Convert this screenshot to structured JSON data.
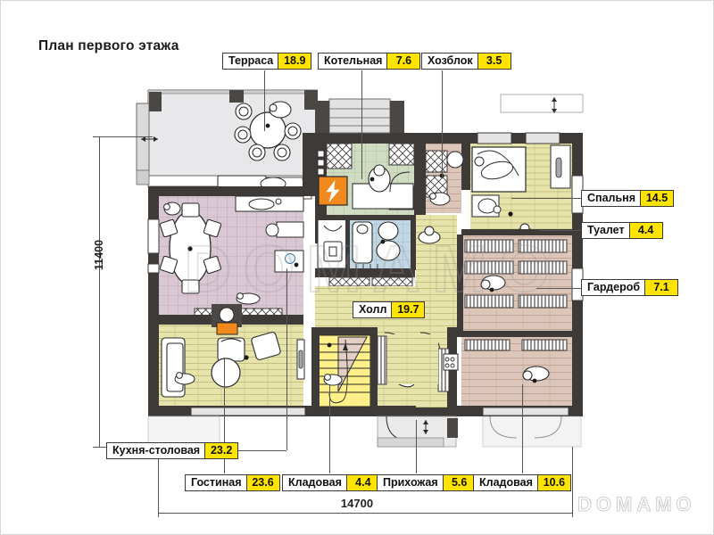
{
  "page": {
    "title": "План первого этажа",
    "watermark": "DOMAMO",
    "watermark_corner": "DOMAMO"
  },
  "dimensions": {
    "vertical": "11400",
    "horizontal": "14700",
    "unit_implied": "mm"
  },
  "colors": {
    "area_badge": "#ffe400",
    "wall_fill": "#3d3a38",
    "terrace_floor": "#e6e6e8",
    "kitchen_floor": "#d8c6d2",
    "boiler_floor": "#cfdcc4",
    "bath_floor": "#bed4e2",
    "parquet_yellow": "#e3e0a8",
    "parquet_pink": "#d9c3b6",
    "stair_fill": "#fff08a",
    "boiler_unit": "#f08a1c",
    "label_border": "#3a3a3a",
    "leader_line": "#555555"
  },
  "rooms": [
    {
      "id": "terrace",
      "name": "Терраса",
      "area": "18.9"
    },
    {
      "id": "boiler",
      "name": "Котельная",
      "area": "7.6"
    },
    {
      "id": "utility",
      "name": "Хозблок",
      "area": "3.5"
    },
    {
      "id": "bedroom",
      "name": "Спальня",
      "area": "14.5"
    },
    {
      "id": "toilet",
      "name": "Туалет",
      "area": "4.4"
    },
    {
      "id": "wardrobe",
      "name": "Гардероб",
      "area": "7.1"
    },
    {
      "id": "hall",
      "name": "Холл",
      "area": "19.7"
    },
    {
      "id": "kitchen",
      "name": "Кухня-столовая",
      "area": "23.2"
    },
    {
      "id": "living",
      "name": "Гостиная",
      "area": "23.6"
    },
    {
      "id": "pantry1",
      "name": "Кладовая",
      "area": "4.4"
    },
    {
      "id": "entry",
      "name": "Прихожая",
      "area": "5.6"
    },
    {
      "id": "pantry2",
      "name": "Кладовая",
      "area": "10.6"
    }
  ]
}
